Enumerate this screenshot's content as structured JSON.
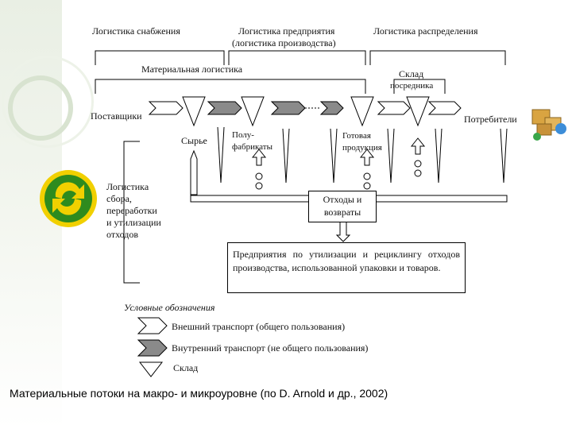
{
  "header": {
    "supply": "Логистика снабжения",
    "enterprise_l1": "Логистика предприятия",
    "enterprise_l2": "(логистика производства)",
    "distribution": "Логистика распределения",
    "material": "Материальная логистика",
    "warehouse_l1": "Склад",
    "warehouse_l2": "посредника"
  },
  "flow": {
    "suppliers": "Поставщики",
    "raw": "Сырье",
    "semi_l1": "Полу-",
    "semi_l2": "фабрикаты",
    "finished_l1": "Готовая",
    "finished_l2": "продукция",
    "consumers": "Потребители"
  },
  "recycling": {
    "side_label": [
      "Логистика",
      "сбора,",
      "переработки",
      "и утилизации",
      "отходов"
    ],
    "waste_l1": "Отходы и",
    "waste_l2": "возвраты",
    "enterprises": "Предприятия по утилизации и рециклингу отходов производства, использованной упаковки и товаров."
  },
  "legend": {
    "title": "Условные обозначения",
    "external": "Внешний транспорт (общего пользования)",
    "internal": "Внутренний транспорт (не общего пользования)",
    "warehouse": "Склад"
  },
  "caption": "Материальные потоки на макро- и микроуровне (по D. Arnold и др., 2002)",
  "colors": {
    "recycle_green": "#2e8b1e",
    "recycle_yellow": "#f1d000",
    "internal_fill": "#8a8a8a"
  }
}
